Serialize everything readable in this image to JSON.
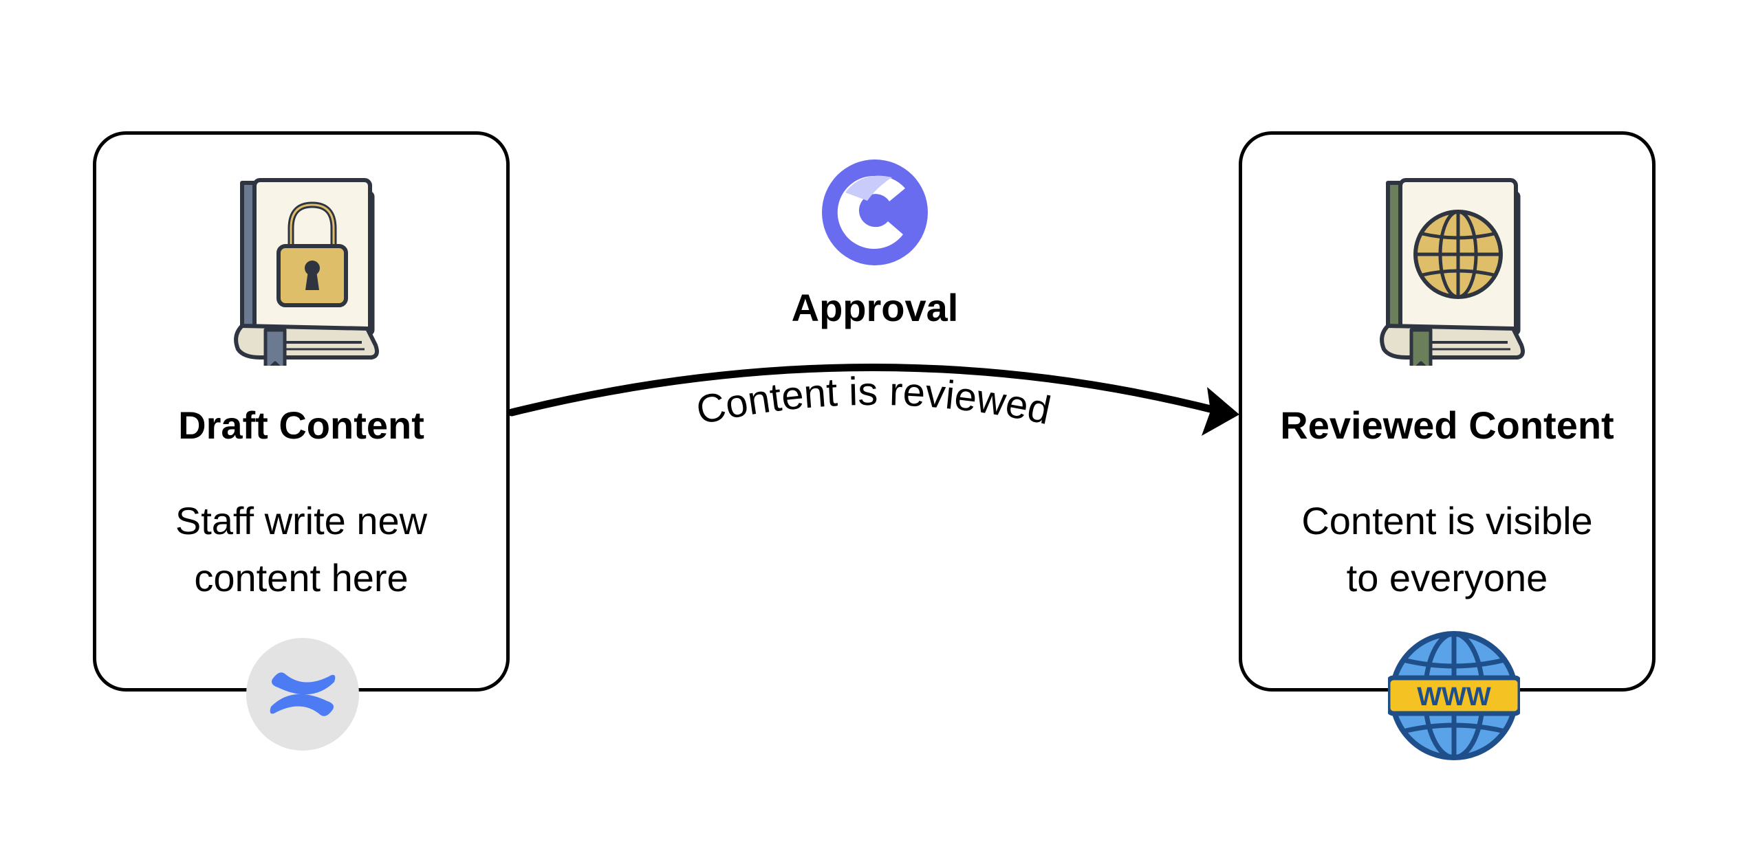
{
  "draft": {
    "title": "Draft Content",
    "description_lines": [
      "Staff write new",
      "content here"
    ],
    "icon": "locked-book-icon",
    "badge_icon": "confluence-logo-icon"
  },
  "connector": {
    "label": "Approval",
    "caption": "Content is reviewed",
    "icon": "approval-app-logo-icon"
  },
  "reviewed": {
    "title": "Reviewed Content",
    "description_lines": [
      "Content is visible",
      "to everyone"
    ],
    "icon": "globe-book-icon",
    "badge_icon": "www-globe-icon",
    "badge_text": "WWW"
  },
  "colors": {
    "approval_purple": "#6A6CF0",
    "confluence_blue": "#4C7BF3",
    "www_blue": "#2E6FB6",
    "www_yellow": "#F4C222",
    "book_gold": "#DFBE6A",
    "book_grey_cover": "#6B7A90",
    "book_green_cover": "#6B7F5A"
  }
}
